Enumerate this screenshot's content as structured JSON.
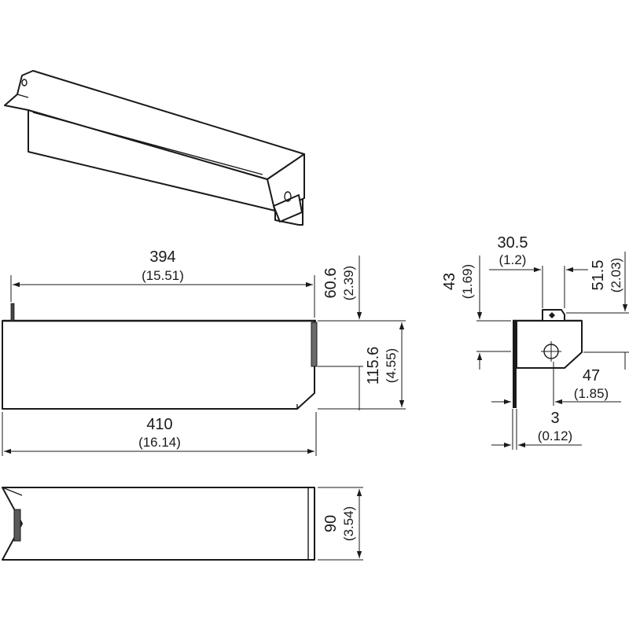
{
  "dimensions": {
    "top_length": {
      "mm": "394",
      "inch": "(15.51)"
    },
    "total_length": {
      "mm": "410",
      "inch": "(16.14)"
    },
    "upper_height": {
      "mm": "60.6",
      "inch": "(2.39)"
    },
    "body_height": {
      "mm": "115.6",
      "inch": "(4.55)"
    },
    "bottom_height": {
      "mm": "90",
      "inch": "(3.54)"
    },
    "tab_width": {
      "mm": "30.5",
      "inch": "(1.2)"
    },
    "left_height": {
      "mm": "43",
      "inch": "(1.69)"
    },
    "right_height": {
      "mm": "51.5",
      "inch": "(2.03)"
    },
    "depth": {
      "mm": "47",
      "inch": "(1.85)"
    },
    "thickness": {
      "mm": "3",
      "inch": "(0.12)"
    }
  }
}
